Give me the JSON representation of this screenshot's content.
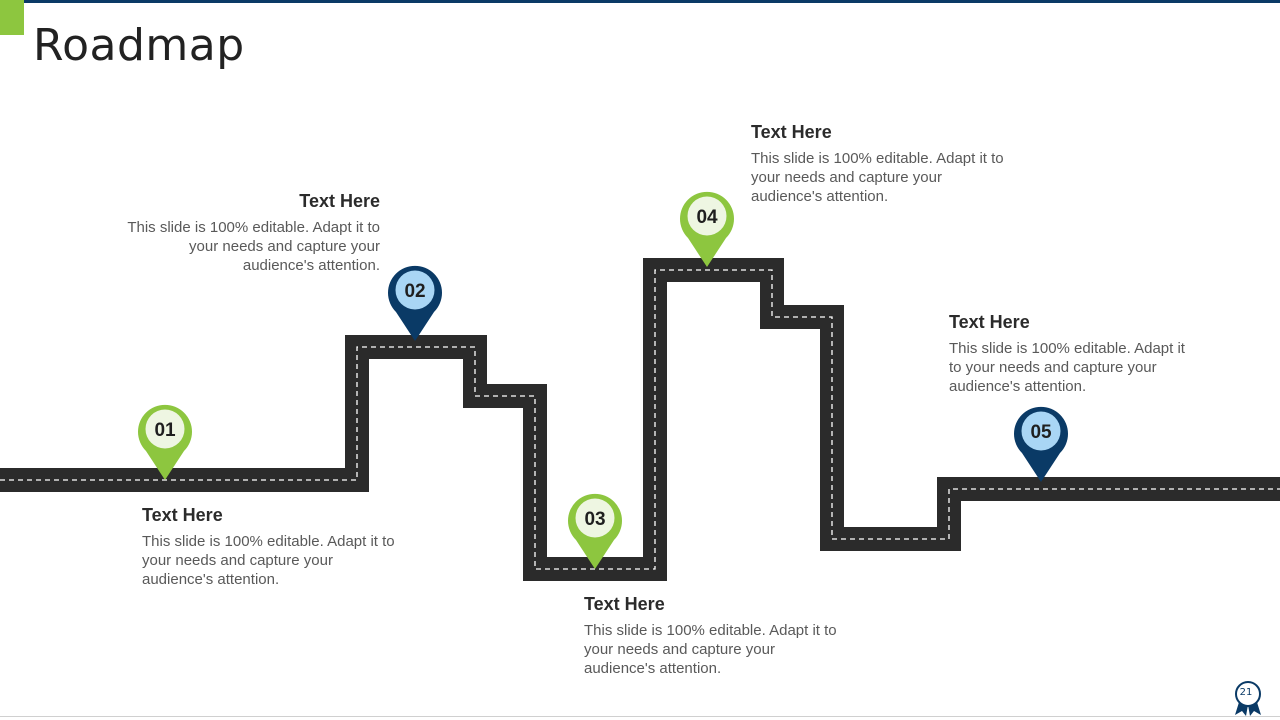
{
  "slide": {
    "title": "Roadmap",
    "page_number": "21"
  },
  "colors": {
    "road": "#2b2b2b",
    "dash": "#ffffff",
    "green": "#8dc63f",
    "green_fill": "#eef6e2",
    "blue": "#0a3a66",
    "blue_fill": "#a9d6f5"
  },
  "milestones": [
    {
      "number": "01",
      "color": "green",
      "heading": "Text Here",
      "body": "This slide is 100% editable. Adapt it to your needs and capture your audience's attention."
    },
    {
      "number": "02",
      "color": "blue",
      "heading": "Text Here",
      "body": "This slide is 100% editable. Adapt it to your needs and capture your audience's attention."
    },
    {
      "number": "03",
      "color": "green",
      "heading": "Text Here",
      "body": "This slide is 100% editable. Adapt it to your needs and capture your audience's attention."
    },
    {
      "number": "04",
      "color": "green",
      "heading": "Text Here",
      "body": "This slide is 100% editable. Adapt it to your needs and capture your audience's attention."
    },
    {
      "number": "05",
      "color": "blue",
      "heading": "Text Here",
      "body": "This slide is 100% editable. Adapt it to your needs and capture your audience's attention."
    }
  ]
}
